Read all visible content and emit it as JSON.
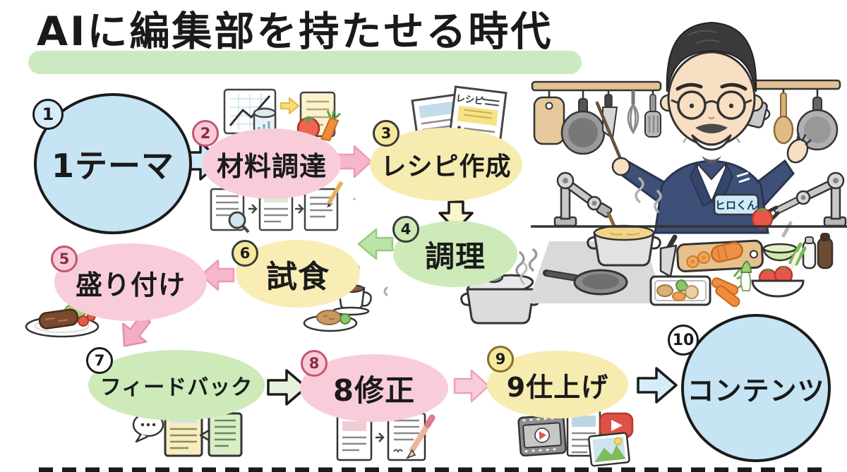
{
  "title": "AIに編集部を持たせる時代",
  "steps": [
    {
      "num": "1",
      "label": "1テーマ",
      "color": "blue"
    },
    {
      "num": "2",
      "label": "材料調達",
      "color": "pink"
    },
    {
      "num": "3",
      "label": "レシピ作成",
      "color": "yellow"
    },
    {
      "num": "4",
      "label": "調理",
      "color": "green"
    },
    {
      "num": "5",
      "label": "盛り付け",
      "color": "pink"
    },
    {
      "num": "6",
      "label": "試食",
      "color": "yellow"
    },
    {
      "num": "7",
      "label": "フィードバック",
      "color": "green"
    },
    {
      "num": "8",
      "label": "8修正",
      "color": "pink"
    },
    {
      "num": "9",
      "label": "9仕上げ",
      "color": "yellow"
    },
    {
      "num": "10",
      "label": "コンテンツ",
      "color": "blue"
    }
  ],
  "flow": [
    "1→2",
    "2→3",
    "3→4",
    "4→6",
    "6→5",
    "5→7",
    "7→8",
    "8→9",
    "9→10"
  ],
  "character": {
    "name_tag": "ヒロくん"
  },
  "labels": {
    "recipe_card": "レシピ"
  },
  "icon_names": [
    "trend-chart-icon",
    "database-icon",
    "note-card-icon",
    "tomato-icon",
    "carrot-icon",
    "search-doc-icon",
    "doc-icon",
    "edit-doc-icon",
    "recipe-card-icon",
    "draft-card-icon",
    "cooking-pot-icon",
    "steam-icon",
    "coffee-cup-icon",
    "tasting-plate-icon",
    "plated-dish-icon",
    "speech-bubble-icon",
    "feedback-doc-icon",
    "comment-doc-icon",
    "revision-doc-icon",
    "pencil-icon",
    "video-player-icon",
    "article-doc-icon",
    "play-button-icon",
    "image-icon",
    "cutting-board-icon",
    "frying-pan-icon",
    "knife-icon",
    "whisk-icon",
    "spatula-icon",
    "measuring-cup-icon",
    "wooden-spoon-icon",
    "small-pan-icon",
    "robot-arm-icon",
    "soup-pot-icon",
    "salt-pepper-icon",
    "veggie-tray-icon",
    "produce-bowl-icon",
    "lettuce-basket-icon"
  ],
  "colors": {
    "blue": "#c6e4f4",
    "pink": "#f8cdd9",
    "yellow": "#f7ecb0",
    "green": "#cdeab8",
    "highlight": "#cde9c2",
    "outline": "#1b1b1b",
    "badge_pink_border": "#c4556f",
    "badge_yellow_border": "#8a6d28",
    "suit": "#3e4f78",
    "name_tag_bg": "#cfeaf7"
  }
}
